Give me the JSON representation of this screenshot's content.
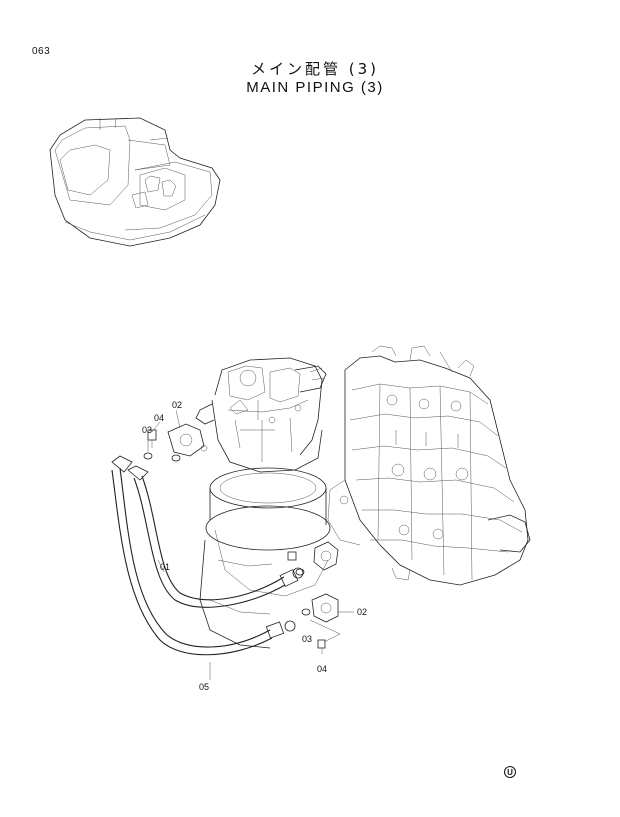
{
  "header": {
    "page_number": "063",
    "title_jp": "メイン配管 (3)",
    "title_en": "MAIN PIPING (3)"
  },
  "callouts": {
    "c01": "01",
    "c02_top": "02",
    "c02_right": "02",
    "c03_top": "03",
    "c03_bottom": "03",
    "c04_top": "04",
    "c04_bottom": "04",
    "c05": "05"
  },
  "footer": {
    "mark": "U"
  }
}
